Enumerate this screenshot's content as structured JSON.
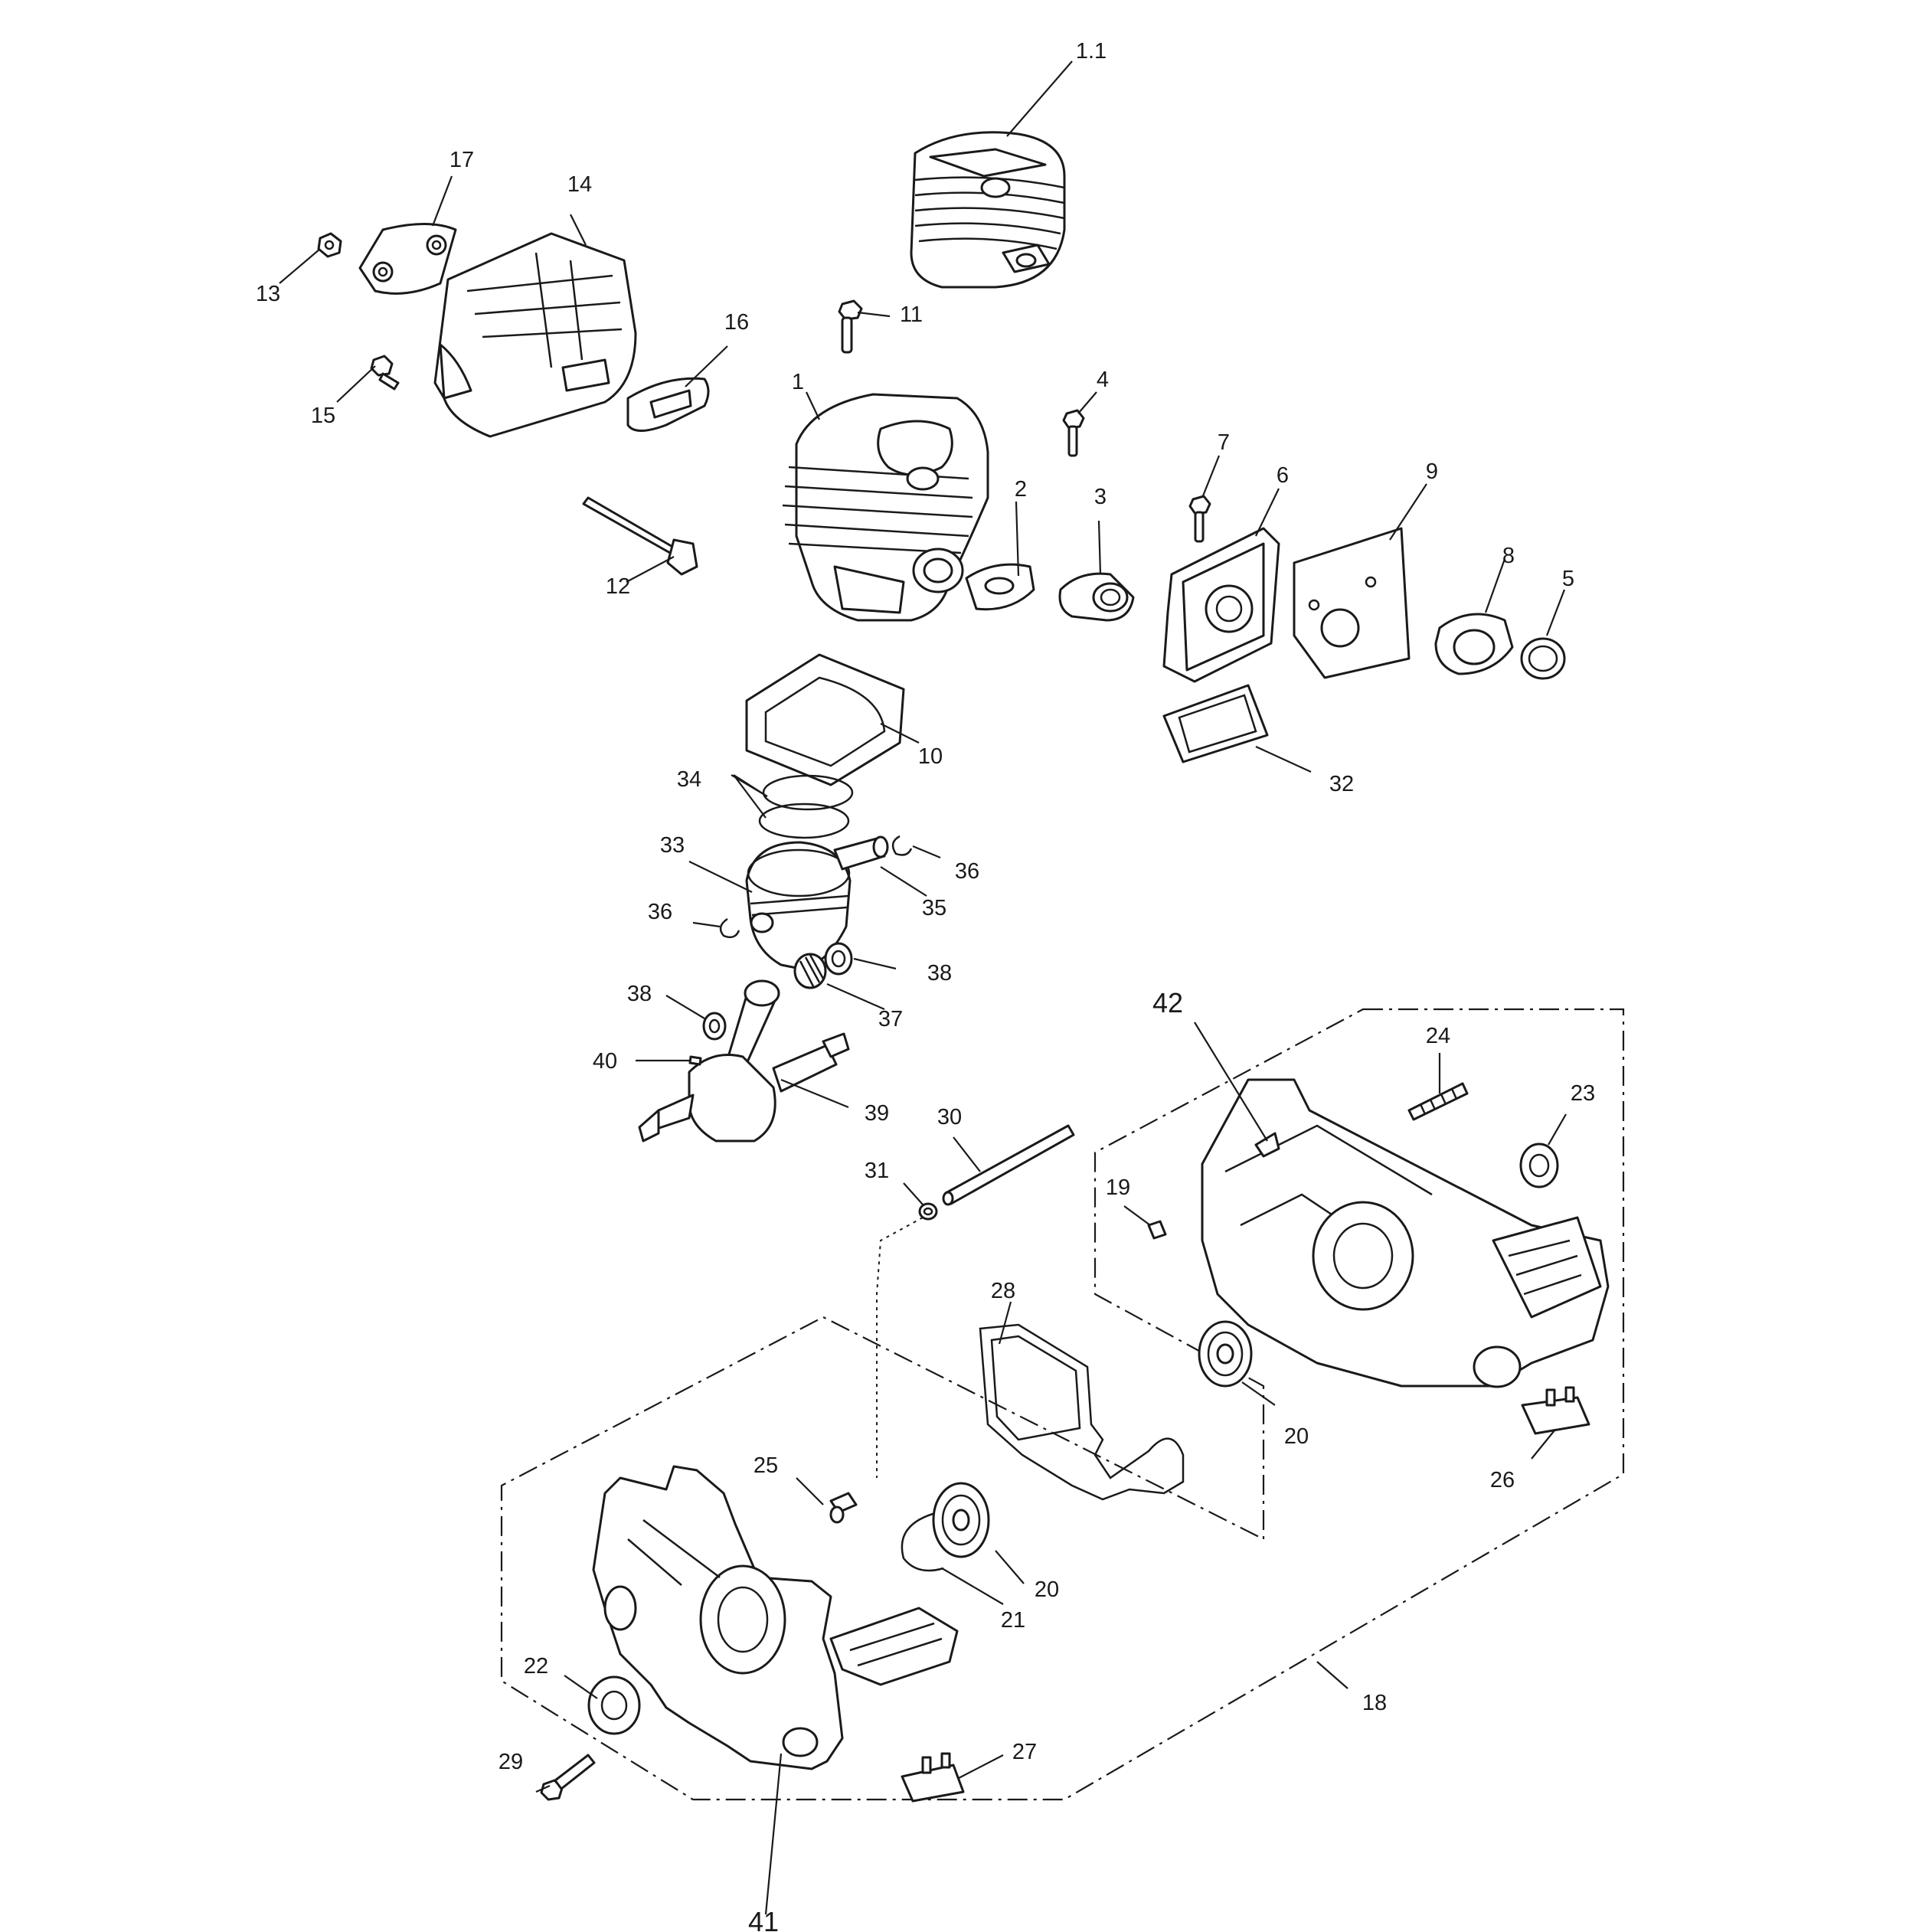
{
  "labels": {
    "p1_1": "1.1",
    "p1": "1",
    "p2": "2",
    "p3": "3",
    "p4": "4",
    "p5": "5",
    "p6": "6",
    "p7": "7",
    "p8": "8",
    "p9": "9",
    "p10": "10",
    "p11": "11",
    "p12": "12",
    "p13": "13",
    "p14": "14",
    "p15": "15",
    "p16": "16",
    "p17": "17",
    "p18": "18",
    "p19": "19",
    "p20a": "20",
    "p20b": "20",
    "p21": "21",
    "p22": "22",
    "p23": "23",
    "p24": "24",
    "p25": "25",
    "p26": "26",
    "p27": "27",
    "p28": "28",
    "p29": "29",
    "p30": "30",
    "p31": "31",
    "p32": "32",
    "p33": "33",
    "p34": "34",
    "p35": "35",
    "p36a": "36",
    "p36b": "36",
    "p37": "37",
    "p38a": "38",
    "p38b": "38",
    "p39": "39",
    "p40": "40",
    "p41": "41",
    "p42": "42"
  }
}
